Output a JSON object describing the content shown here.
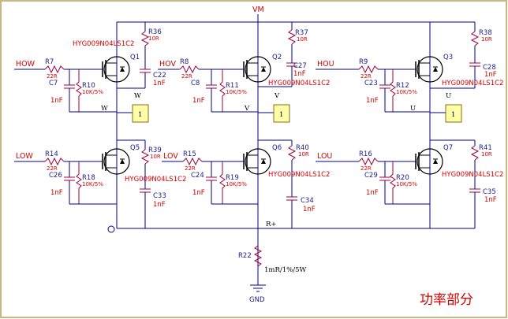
{
  "colors": {
    "wire": "#00008b",
    "component": "#a0003c",
    "part_label": "#1a1a8c",
    "value_label": "#d40000",
    "border": "#c9b87d",
    "node_fill": "#ffffaa"
  },
  "nets": {
    "vm": "VM",
    "rplus": "R+",
    "gnd": "GND",
    "how": "HOW",
    "hov": "HOV",
    "hou": "HOU",
    "low": "LOW",
    "lov": "LOV",
    "lou": "LOU",
    "w": "W",
    "v": "V",
    "u": "U",
    "w2": "W",
    "v2": "V",
    "u2": "U"
  },
  "nodes": {
    "w": "1",
    "v": "1",
    "u": "1"
  },
  "mosfets": {
    "q1": {
      "ref": "Q1",
      "part": "HYG009N04LS1C2"
    },
    "q2": {
      "ref": "Q2",
      "part": "HYG009N04LS1C2"
    },
    "q3": {
      "ref": "Q3",
      "part": "HYG009N04LS1C2"
    },
    "q5": {
      "ref": "Q5",
      "part": "HYG009N04LS1C2"
    },
    "q6": {
      "ref": "Q6",
      "part": "HYG009N04LS1C2"
    },
    "q7": {
      "ref": "Q7",
      "part": "HYG009N04LS1C2"
    }
  },
  "resistors": {
    "r7": {
      "ref": "R7",
      "value": "22R"
    },
    "r8": {
      "ref": "R8",
      "value": "22R"
    },
    "r9": {
      "ref": "R9",
      "value": "22R"
    },
    "r14": {
      "ref": "R14",
      "value": "22R"
    },
    "r15": {
      "ref": "R15",
      "value": "22R"
    },
    "r16": {
      "ref": "R16",
      "value": "22R"
    },
    "r10": {
      "ref": "R10",
      "value": "10K/5%"
    },
    "r11": {
      "ref": "R11",
      "value": "10K/5%"
    },
    "r12": {
      "ref": "R12",
      "value": "10K/5%"
    },
    "r18": {
      "ref": "R18",
      "value": "10K/5%"
    },
    "r19": {
      "ref": "R19",
      "value": "10K/5%"
    },
    "r20": {
      "ref": "R20",
      "value": "10K/5%"
    },
    "r36": {
      "ref": "R36",
      "value": "10R"
    },
    "r37": {
      "ref": "R37",
      "value": "10R"
    },
    "r38": {
      "ref": "R38",
      "value": "10R"
    },
    "r39": {
      "ref": "R39",
      "value": "10R"
    },
    "r40": {
      "ref": "R40",
      "value": "10R"
    },
    "r41": {
      "ref": "R41",
      "value": "10R"
    },
    "r22": {
      "ref": "R22",
      "value": "1mR/1%/5W"
    }
  },
  "capacitors": {
    "c7": {
      "ref": "C7",
      "value": "1nF"
    },
    "c8": {
      "ref": "C8",
      "value": "1nF"
    },
    "c23": {
      "ref": "C23",
      "value": "1nF"
    },
    "c26": {
      "ref": "C26",
      "value": "1nF"
    },
    "c24": {
      "ref": "C24",
      "value": "1nF"
    },
    "c29": {
      "ref": "C29",
      "value": "1nF"
    },
    "c22": {
      "ref": "C22",
      "value": "1nF"
    },
    "c27": {
      "ref": "C27",
      "value": "1nF"
    },
    "c28": {
      "ref": "C28",
      "value": "1nF"
    },
    "c33": {
      "ref": "C33",
      "value": "1nF"
    },
    "c34": {
      "ref": "C34",
      "value": "1nF"
    },
    "c35": {
      "ref": "C35",
      "value": "1nF"
    }
  },
  "title": "功率部分"
}
